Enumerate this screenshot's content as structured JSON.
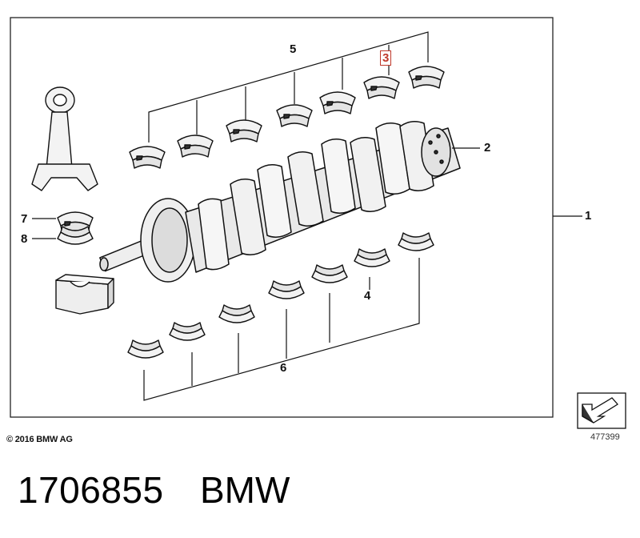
{
  "callouts": {
    "c1": "1",
    "c2": "2",
    "c3": "3",
    "c4": "4",
    "c5": "5",
    "c6": "6",
    "c7": "7",
    "c8": "8"
  },
  "highlight_color": "#c0392b",
  "copyright": "© 2016 BMW AG",
  "diagram_number": "477399",
  "part_number": "1706855",
  "brand": "BMW",
  "icons": [
    "crankshaft-illustration",
    "connecting-rod-illustration",
    "main-bearing-cap-illustration",
    "navigation-arrow-icon"
  ]
}
